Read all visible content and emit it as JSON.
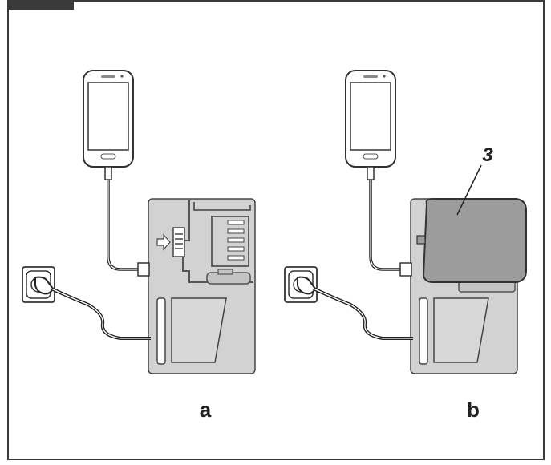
{
  "labels": {
    "panel_a": "a",
    "panel_b": "b",
    "battery_callout": "3"
  },
  "colors": {
    "frame": "#3a3a3a",
    "charger_body": "#d2d2d2",
    "battery": "#9c9c9c",
    "outline": "#333333",
    "phone_fill": "#ffffff"
  },
  "icons": {
    "phone": "smartphone-icon",
    "outlet": "wall-socket-icon",
    "plug": "power-plug-icon",
    "charger": "battery-charger-icon",
    "battery": "battery-pack-icon",
    "arrow": "insert-arrow-icon"
  }
}
